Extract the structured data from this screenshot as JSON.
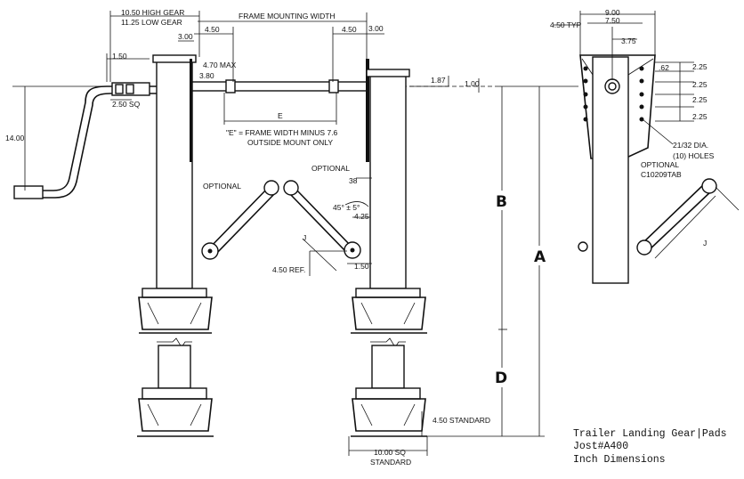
{
  "dimensions": {
    "high_gear": "10.50 HIGH GEAR",
    "low_gear": "11.25 LOW GEAR",
    "frame_mounting_width": "FRAME MOUNTING WIDTH",
    "d_3_00_left": "3.00",
    "d_4_50_left": "4.50",
    "d_4_50_right": "4.50",
    "d_3_00_right": "3.00",
    "d_4_70_max": "4.70 MAX",
    "d_3_80": "3.80",
    "d_1_50_top": "1.50",
    "d_2_50_sq": "2.50 SQ",
    "d_14_00": "14.00",
    "d_1_87": "1.87",
    "d_1_00": "1.00",
    "e_label": "E",
    "e_note_line1": "\"E\" = FRAME WIDTH MINUS 7.6",
    "e_note_line2": "OUTSIDE MOUNT ONLY",
    "optional_left": "OPTIONAL",
    "optional_mid": "OPTIONAL",
    "d_38": "38",
    "d_angle": "45° ± 5°",
    "d_4_25": "4.25",
    "j_left": "J",
    "d_4_50_ref": "4.50 REF.",
    "d_1_50_bottom": "1.50",
    "d_4_50_standard": "4.50 STANDARD",
    "d_10_00_sq": "10.00 SQ",
    "standard": "STANDARD",
    "d_9_00": "9.00",
    "d_7_50": "7.50",
    "d_4_50_typ": "4.50 TYP",
    "d_3_75": "3.75",
    "d_62": ".62",
    "d_2_25_a": "2.25",
    "d_2_25_b": "2.25",
    "d_2_25_c": "2.25",
    "d_2_25_d": "2.25",
    "holes_line1": "21/32 DIA.",
    "holes_line2": "(10) HOLES",
    "optional_right": "OPTIONAL",
    "part_no": "C10209TAB",
    "j_right": "J"
  },
  "labels": {
    "a": "A",
    "b": "B",
    "d": "D"
  },
  "caption": {
    "line1": "Trailer Landing Gear|Pads",
    "line2": "Jost#A400",
    "line3": "Inch Dimensions"
  }
}
